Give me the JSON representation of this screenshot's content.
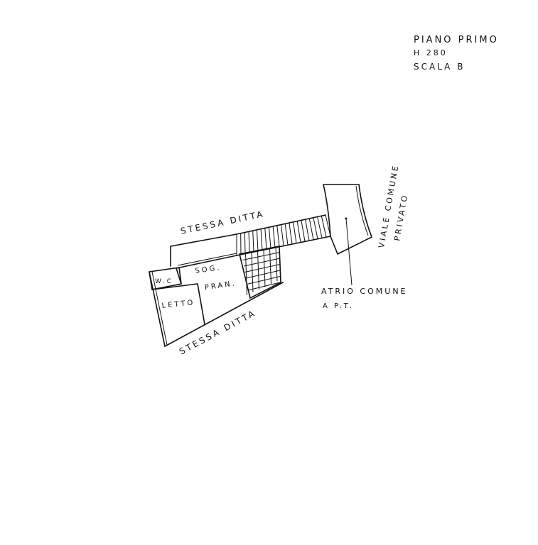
{
  "title_block": {
    "floor": "PIANO PRIMO",
    "height": "H 280",
    "stair": "SCALA B"
  },
  "labels": {
    "neighbor_top": "STESSA DITTA",
    "neighbor_bottom": "STESSA DITTA",
    "wc": "W.C",
    "soggiorno": "SOG.",
    "pranzo": "PRAN.",
    "letto": "LETTO",
    "atrio_line1": "ATRIO COMUNE",
    "atrio_line2": "A P.T.",
    "viale": "VIALE COMUNE",
    "privato": "PRIVATO"
  }
}
